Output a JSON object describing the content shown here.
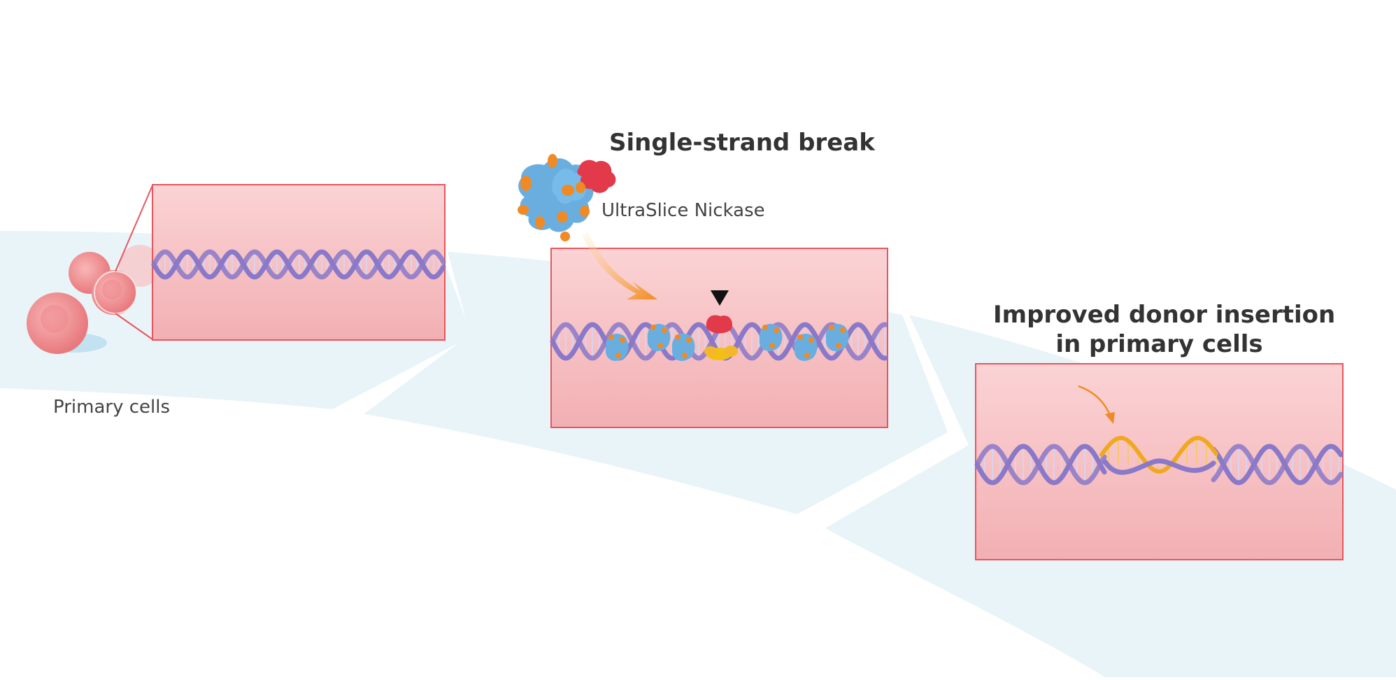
{
  "labels": {
    "primary_cells": "Primary cells",
    "single_strand_break": "Single-strand break",
    "nickase": "UltraSlice Nickase",
    "improved_line1": "Improved donor insertion",
    "improved_line2": "in primary cells"
  },
  "colors": {
    "band": "#e9f4f9",
    "box_fill": "#f6c3c6",
    "box_border": "#e8555f",
    "dna": "#8a78c8",
    "nickase_blue": "#6aaee0",
    "nickase_orange": "#f08a24",
    "nickase_red": "#e23a4a",
    "donor": "#f0a820",
    "cell": "#f08c8e"
  }
}
